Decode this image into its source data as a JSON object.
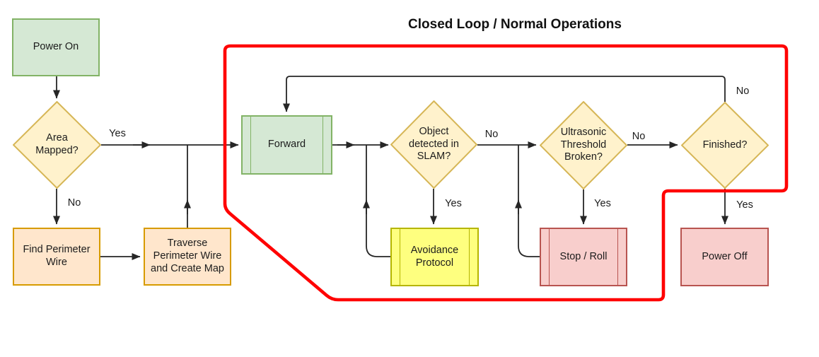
{
  "title": "Closed Loop / Normal Operations",
  "colors": {
    "loop_outline": "#FF0000",
    "connector": "#262626",
    "green_fill": "#D5E8D4",
    "green_stroke": "#82B366",
    "orange_fill": "#FFE6CC",
    "orange_stroke": "#D79B00",
    "yellow_fill": "#FFF2CC",
    "yellow_stroke": "#D6B656",
    "bright_yellow_fill": "#FEFF7F",
    "bright_yellow_stroke": "#B5B500",
    "pink_fill": "#F8CECC",
    "pink_stroke": "#B85450"
  },
  "nodes": {
    "power_on": {
      "label": "Power On",
      "type": "process",
      "fill": "#D5E8D4",
      "stroke": "#82B366"
    },
    "area_mapped": {
      "label": "Area Mapped?",
      "type": "decision",
      "fill": "#FFF2CC",
      "stroke": "#D6B656"
    },
    "find_perimeter": {
      "label": "Find Perimeter Wire",
      "type": "process",
      "fill": "#FFE6CC",
      "stroke": "#D79B00"
    },
    "traverse": {
      "label": "Traverse Perimeter Wire and Create Map",
      "type": "process",
      "fill": "#FFE6CC",
      "stroke": "#D79B00"
    },
    "forward": {
      "label": "Forward",
      "type": "predefined-process",
      "fill": "#D5E8D4",
      "stroke": "#82B366"
    },
    "object_slam": {
      "label": "Object detected in SLAM?",
      "type": "decision",
      "fill": "#FFF2CC",
      "stroke": "#D6B656"
    },
    "ultrasonic": {
      "label": "Ultrasonic Threshold Broken?",
      "type": "decision",
      "fill": "#FFF2CC",
      "stroke": "#D6B656"
    },
    "finished": {
      "label": "Finished?",
      "type": "decision",
      "fill": "#FFF2CC",
      "stroke": "#D6B656"
    },
    "avoidance": {
      "label": "Avoidance Protocol",
      "type": "predefined-process",
      "fill": "#FEFF7F",
      "stroke": "#B5B500"
    },
    "stop_roll": {
      "label": "Stop / Roll",
      "type": "predefined-process",
      "fill": "#F8CECC",
      "stroke": "#B85450"
    },
    "power_off": {
      "label": "Power Off",
      "type": "process",
      "fill": "#F8CECC",
      "stroke": "#B85450"
    }
  },
  "edge_labels": {
    "area_yes": "Yes",
    "area_no": "No",
    "object_no": "No",
    "object_yes": "Yes",
    "ultrasonic_no": "No",
    "ultrasonic_yes": "Yes",
    "finished_no": "No",
    "finished_yes": "Yes"
  }
}
